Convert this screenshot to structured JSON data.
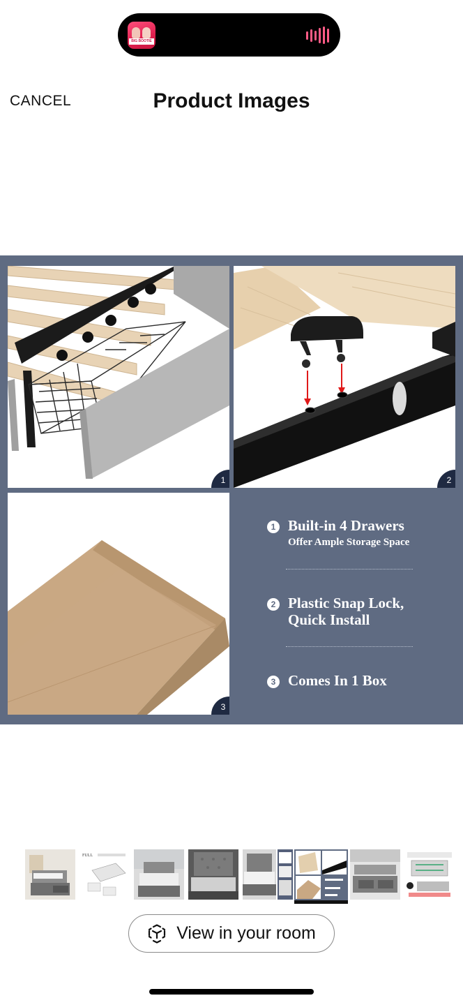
{
  "status_bar": {
    "now_playing_thumb_text": "BIG BOOTIE MIX",
    "waveform_icon": "waveform-icon"
  },
  "header": {
    "cancel_label": "CANCEL",
    "title": "Product Images"
  },
  "main_image": {
    "background_color": "#5f6b82",
    "tiles": [
      {
        "badge": "1",
        "subject": "drawer-basket"
      },
      {
        "badge": "2",
        "subject": "slat-snap-lock"
      },
      {
        "badge": "3",
        "subject": "shipping-box"
      }
    ],
    "features": [
      {
        "number": "1",
        "head": "Built-in 4 Drawers",
        "sub": "Offer Ample Storage Space"
      },
      {
        "number": "2",
        "head": "Plastic Snap Lock,",
        "head2": "Quick Install"
      },
      {
        "number": "3",
        "head": "Comes In 1 Box"
      }
    ]
  },
  "thumbnails": {
    "count": 9,
    "selected_index": 5
  },
  "room_button": {
    "label": "View in your room",
    "icon": "ar-cube-icon"
  }
}
